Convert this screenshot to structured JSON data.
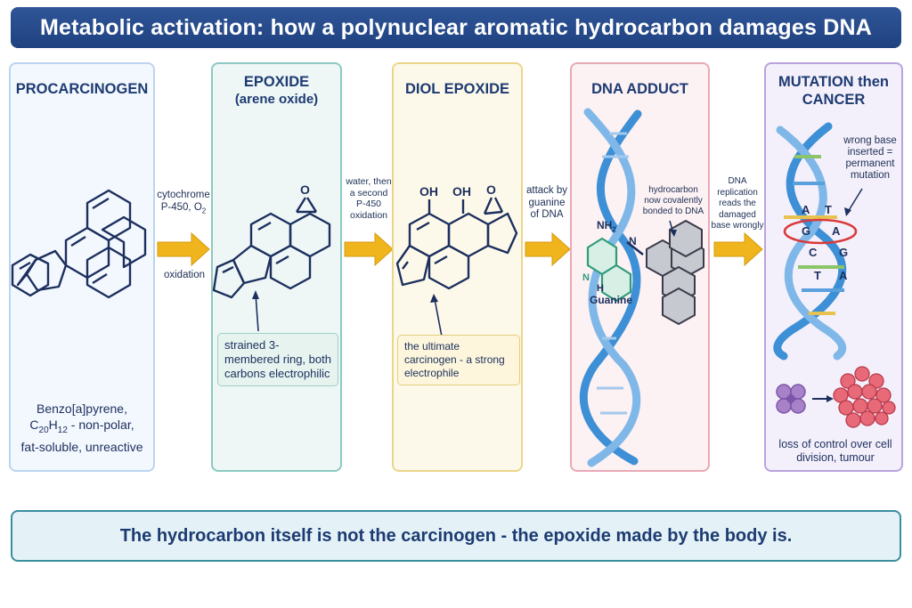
{
  "title": "Metabolic activation: how a polynuclear aromatic hydrocarbon damages  DNA",
  "stages": [
    {
      "header": "PROCARCINOGEN",
      "note_line1": "Benzo[a]pyrene,",
      "note_line2_prefix": "C",
      "note_sub1": "20",
      "note_mid": "H",
      "note_sub2": "12",
      "note_suffix": " - non-polar,",
      "note_line3": "fat-soluble, unreactive"
    },
    {
      "header_line1": "EPOXIDE",
      "header_line2": "(arene oxide)",
      "atom_o": "O",
      "callout": "strained 3-membered ring, both carbons electrophilic"
    },
    {
      "header": "DIOL EPOXIDE",
      "atom_oh1": "OH",
      "atom_oh2": "OH",
      "atom_o": "O",
      "callout": "the ultimate carcinogen - a strong electrophile"
    },
    {
      "header": "DNA ADDUCT",
      "nh2": "NH",
      "nh2_sub": "2",
      "ring_n": "N",
      "ring_h": "H",
      "link_n": "N",
      "guanine_label": "Guanine",
      "note": "hydrocarbon now covalently bonded to DNA"
    },
    {
      "header_line1": "MUTATION then",
      "header_line2": "CANCER",
      "note": "wrong base inserted = permanent mutation",
      "bases": [
        "A",
        "T",
        "G",
        "A",
        "C",
        "G",
        "T",
        "A"
      ],
      "footer": "loss of control over cell division, tumour"
    }
  ],
  "arrows": [
    {
      "label_line1": "cytochrome",
      "label_line2_prefix": "P-450, O",
      "label_line2_sub": "2",
      "label_line3": "oxidation"
    },
    {
      "label": "water, then a second P-450 oxidation"
    },
    {
      "label": "attack by guanine of DNA"
    },
    {
      "label": "DNA replication reads the damaged base wrongly"
    }
  ],
  "conclusion": "The hydrocarbon itself is not the carcinogen - the epoxide made by the body is.",
  "colors": {
    "title_bg": "#2f5597",
    "arrow": "#f0b51d",
    "dna_strand": "#3d8fd6",
    "guanine": "#2e9c7a",
    "mismatch_ring": "#d93a3a",
    "tumour_cells": "#e86a78",
    "normal_cells": "#a882c8"
  }
}
